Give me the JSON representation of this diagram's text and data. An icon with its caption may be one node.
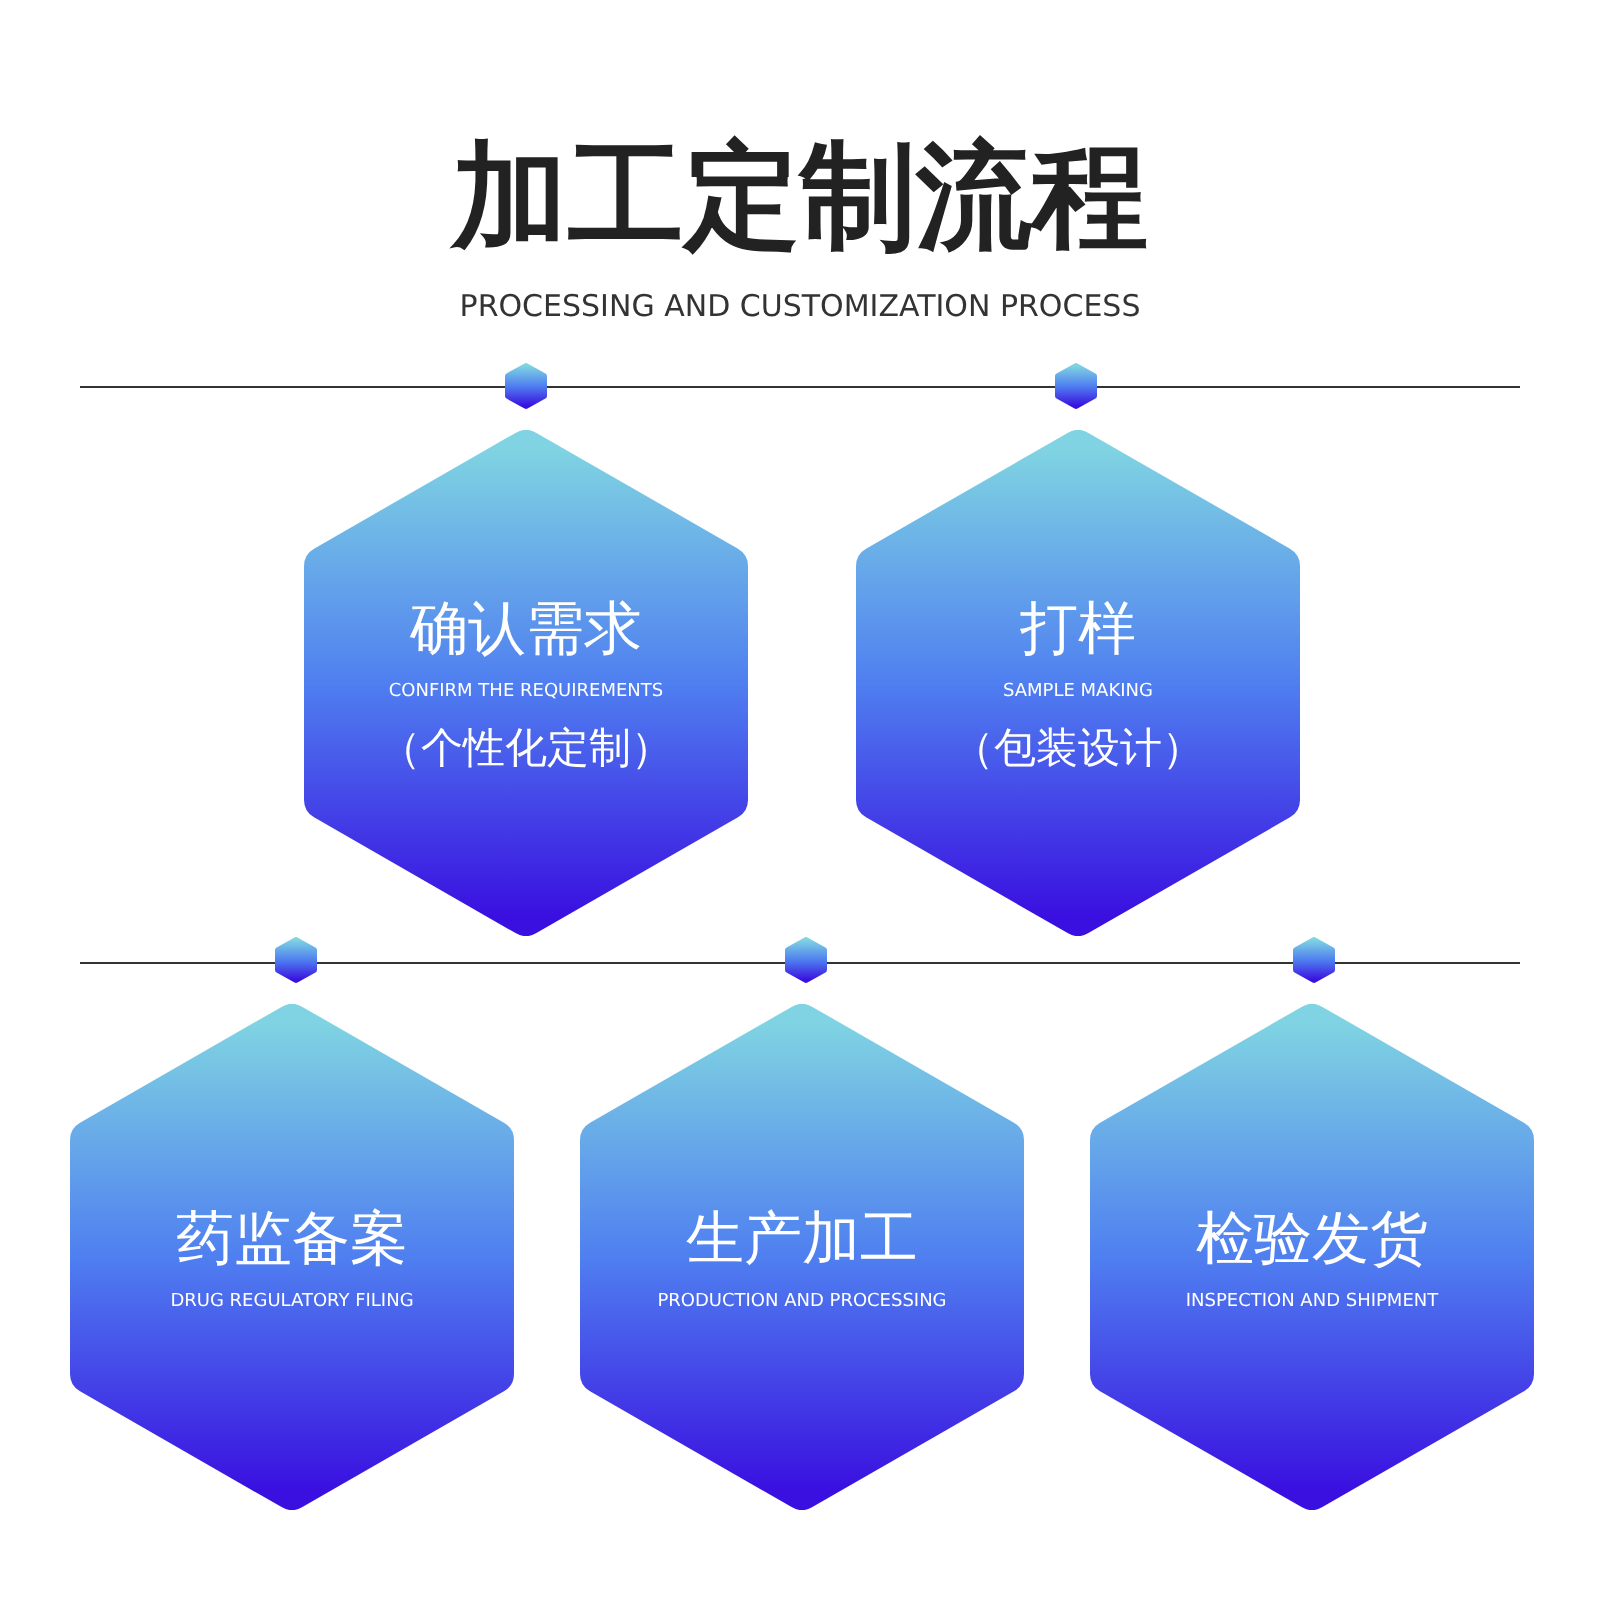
{
  "diagram": {
    "title": "加工定制流程",
    "nodes": [
      {
        "text": [
          "确认需求",
          "CONFIRM THE REQUIREMENTS",
          "（个性化定制）"
        ]
      },
      {
        "text": [
          "打样",
          "SAMPLE MAKING",
          "（包装设计）"
        ]
      },
      {
        "text": [
          "药监备案",
          "DRUG REGULATORY FILING"
        ]
      },
      {
        "text": [
          "生产加工",
          "PRODUCTION AND PROCESSING"
        ]
      },
      {
        "text": [
          "检验发货",
          "INSPECTION AND SHIPMENT"
        ]
      }
    ],
    "labels": [
      "PROCESSING AND CUSTOMIZATION PROCESS"
    ]
  }
}
